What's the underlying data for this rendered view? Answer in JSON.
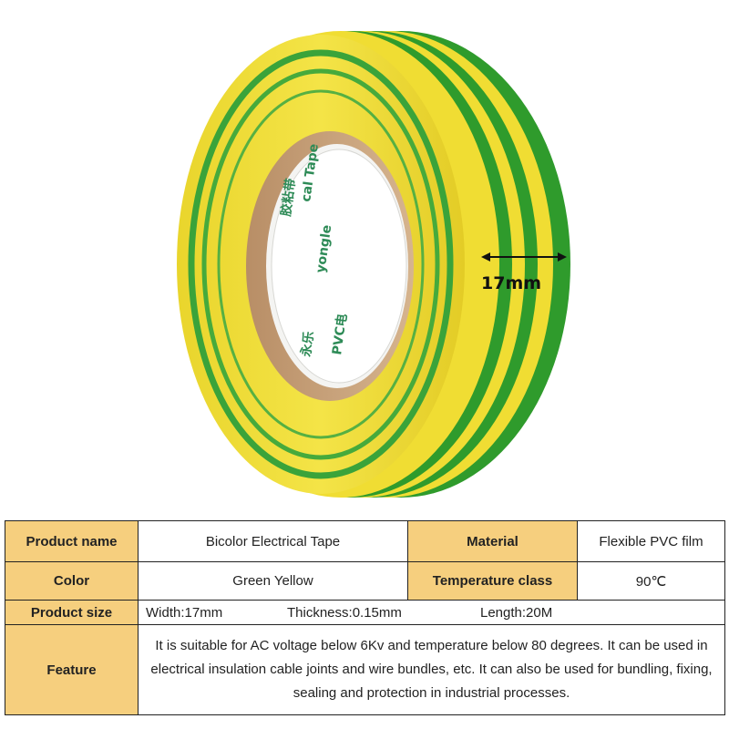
{
  "photo": {
    "dimension_label": "17mm",
    "core_print": [
      "胶粘带",
      "cal Tape",
      "yongle",
      "PVC电",
      "永乐"
    ],
    "colors": {
      "yellow": "#f2e23a",
      "green": "#2f9b2c",
      "core": "#c9a27a"
    }
  },
  "table": {
    "product_name_key": "Product name",
    "product_name_val": "Bicolor Electrical Tape",
    "material_key": "Material",
    "material_val": "Flexible PVC film",
    "color_key": "Color",
    "color_val": "Green Yellow",
    "temp_key": "Temperature class",
    "temp_val": "90℃",
    "size_key": "Product size",
    "size_width": "Width:17mm",
    "size_thickness": "Thickness:0.15mm",
    "size_length": "Length:20M",
    "feature_key": "Feature",
    "feature_val": "It is suitable for AC voltage below 6Kv and temperature below 80 degrees. It can be used in electrical insulation cable joints and wire bundles, etc. It can also be used for bundling, fixing, sealing and protection in industrial processes."
  }
}
